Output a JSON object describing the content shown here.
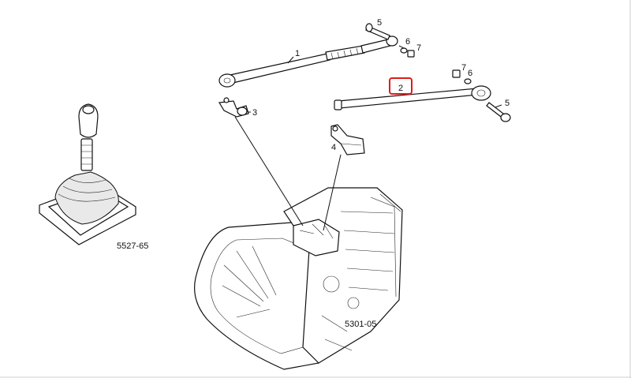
{
  "labels": {
    "p1": "1",
    "p2": "2",
    "p3": "3",
    "p4": "4",
    "p5a": "5",
    "p5b": "5",
    "p6a": "6",
    "p6b": "6",
    "p7a": "7",
    "p7b": "7",
    "shifter": "5527-65",
    "gearbox": "5301-05"
  },
  "highlight": {
    "color": "#e01b1b",
    "target": "2"
  },
  "icons": [
    "gear-lever-boot-drawing",
    "gearbox-housing-drawing",
    "shift-rod-drawing",
    "bolt-drawing",
    "nut-drawing",
    "washer-drawing",
    "bracket-drawing"
  ]
}
